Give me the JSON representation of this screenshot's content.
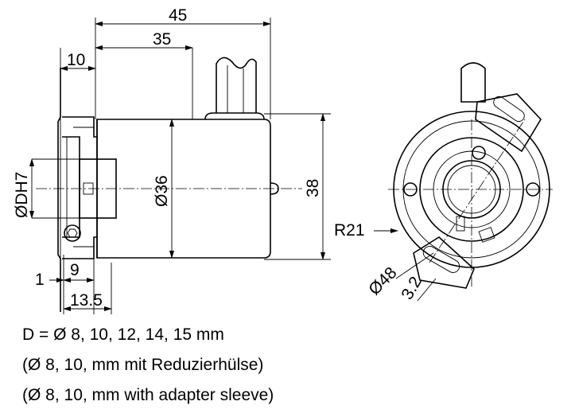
{
  "side_view": {
    "dim_45": "45",
    "dim_35": "35",
    "dim_10": "10",
    "dim_dh7": "ØDH7",
    "dim_d36": "Ø36",
    "dim_38": "38",
    "dim_1": "1",
    "dim_9": "9",
    "dim_13_5": "13.5"
  },
  "front_view": {
    "dim_r21": "R21",
    "dim_d48": "Ø48",
    "dim_3_2": "3.2"
  },
  "notes": {
    "line1": "D = Ø 8, 10, 12, 14, 15 mm",
    "line2": "(Ø 8, 10, mm mit Reduzierhülse)",
    "line3": "(Ø 8, 10, mm with adapter sleeve)"
  }
}
